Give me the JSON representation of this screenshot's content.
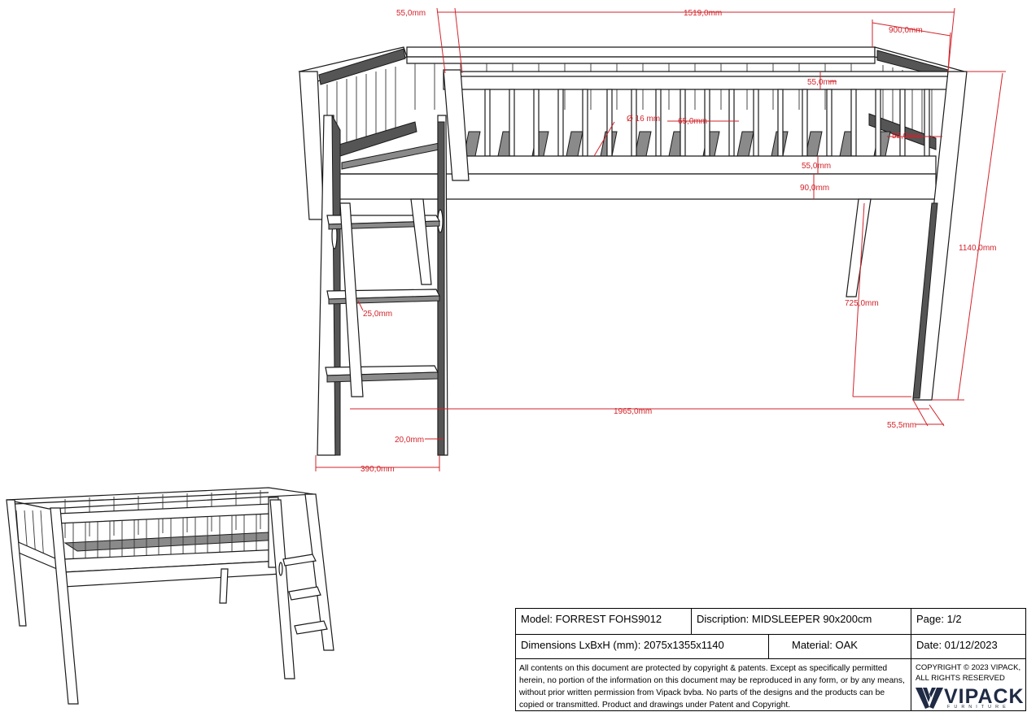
{
  "dimensions": {
    "top_offset": "55,0mm",
    "length_inner": "1519,0mm",
    "width": "900,0mm",
    "rail_height_top": "55,0mm",
    "spindle_diameter": "Ø 16 mm",
    "spindle_gap": "65,0mm",
    "small_right": "55,0mm",
    "rail_height_bottom": "55,0mm",
    "beam_height": "90,0mm",
    "total_height": "1140,0mm",
    "step_thickness": "25,0mm",
    "underbed_height": "725,0mm",
    "total_length": "1965,0mm",
    "leg_offset": "55,5mm",
    "ladder_thickness": "20,0mm",
    "ladder_depth": "390,0mm"
  },
  "titleblock": {
    "model": "Model: FORREST FOHS9012",
    "description": "Discription: MIDSLEEPER 90x200cm",
    "page": "Page: 1/2",
    "dimensions": "Dimensions LxBxH (mm): 2075x1355x1140",
    "material": "Material: OAK",
    "date": "Date: 01/12/2023",
    "legal": "All contents on this document are protected by copyright & patents. Except as specifically permitted herein, no portion of the information on this document may be reproduced in any form, or by any means, without prior written permission from Vipack bvba. No parts of the designs and the products can be copied or transmitted. Product and drawings under Patent and Copyright.",
    "copyright": "COPYRIGHT © 2023 VIPACK, ALL RIGHTS RESERVED",
    "logo_name": "VIPACK",
    "logo_sub": "FURNITURE"
  },
  "colors": {
    "dimension": "#d2232a",
    "line": "#1a1a1a",
    "logo": "#1f2a44"
  }
}
